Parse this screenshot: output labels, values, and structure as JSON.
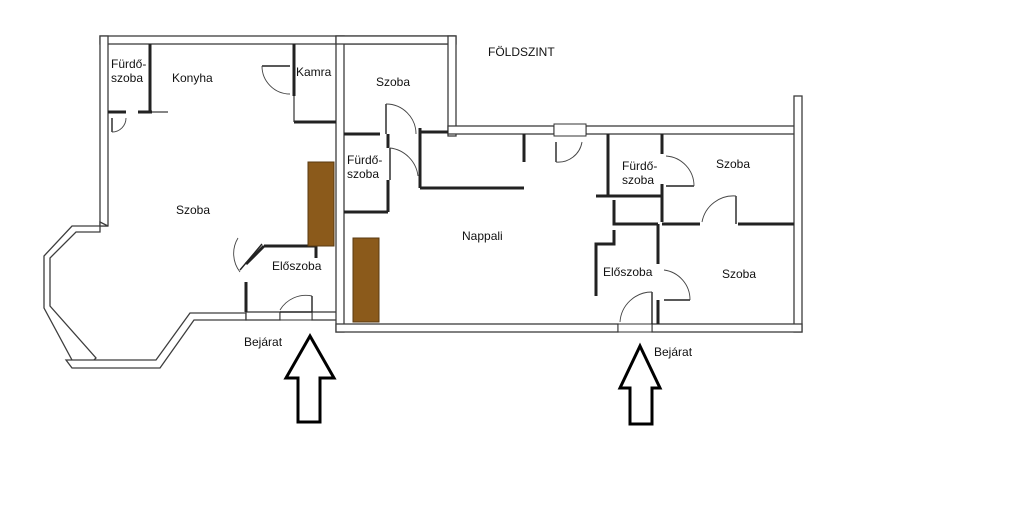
{
  "title": "FÖLDSZINT",
  "colors": {
    "stair": "#8B5A1B",
    "wall": "#3d3d3d",
    "background": "#ffffff"
  },
  "rooms": {
    "furdoszoba_left": "Fürdő-\nszoba",
    "konyha": "Konyha",
    "kamra": "Kamra",
    "szoba_west": "Szoba",
    "eloszoba_west": "Előszoba",
    "szoba_center_top": "Szoba",
    "furdoszoba_center": "Fürdő-\nszoba",
    "nappali": "Nappali",
    "furdoszoba_east": "Fürdő-\nszoba",
    "eloszoba_east": "Előszoba",
    "szoba_east_top": "Szoba",
    "szoba_east_bottom": "Szoba"
  },
  "entrances": {
    "left": "Bejárat",
    "right": "Bejárat"
  },
  "icons": {
    "entrance_arrow": "arrow-up-outline-icon"
  }
}
